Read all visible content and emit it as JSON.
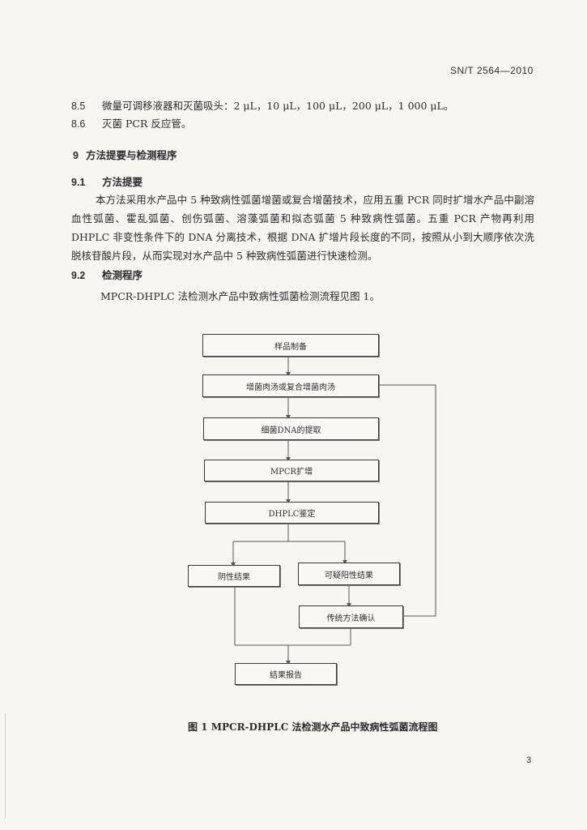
{
  "header": {
    "standard_number": "SN/T 2564—2010"
  },
  "lines": {
    "item_8_5_no": "8.5",
    "item_8_5_text": "微量可调移液器和灭菌吸头：2 μL，10 μL，100 μL，200 μL，1 000 μL。",
    "item_8_6_no": "8.6",
    "item_8_6_text": "灭菌 PCR 反应管。",
    "sec_9_no": "9",
    "sec_9_title": "方法提要与检测程序",
    "sec_9_1_no": "9.1",
    "sec_9_1_title": "方法提要",
    "sec_9_1_body": "本方法采用水产品中 5 种致病性弧菌增菌或复合增菌技术，应用五重 PCR 同时扩增水产品中副溶血性弧菌、霍乱弧菌、创伤弧菌、溶藻弧菌和拟态弧菌 5 种致病性弧菌。五重 PCR 产物再利用 DHPLC 非变性条件下的 DNA 分离技术，根据 DNA 扩增片段长度的不同，按照从小到大顺序依次洗脱核苷酸片段，从而实现对水产品中 5 种致病性弧菌进行快速检测。",
    "sec_9_2_no": "9.2",
    "sec_9_2_title": "检测程序",
    "sec_9_2_body": "MPCR-DHPLC 法检测水产品中致病性弧菌检测流程见图 1。"
  },
  "flowchart": {
    "sample_prep": "样品制备",
    "enrichment": "增菌肉汤或复合增菌肉汤",
    "dna_extract": "细菌DNA的提取",
    "mpcr": "MPCR扩增",
    "dhplc": "DHPLC鉴定",
    "negative": "阴性结果",
    "suspect_positive": "可疑阳性结果",
    "traditional_confirm": "传统方法确认",
    "report": "结果报告"
  },
  "figure": {
    "caption": "图 1   MPCR-DHPLC 法检测水产品中致病性弧菌流程图"
  },
  "footer": {
    "page_number": "3"
  }
}
